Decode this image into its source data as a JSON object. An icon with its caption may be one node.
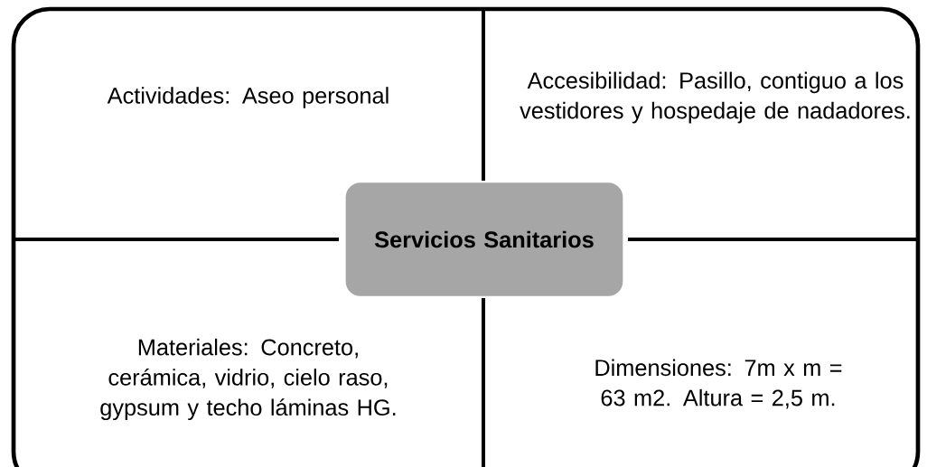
{
  "diagram": {
    "nodes": [
      {
        "text": [
          "Actividades: Aseo personal"
        ]
      },
      {
        "text": [
          "Accesibilidad: Pasillo, contiguo a los vestidores y hospedaje de nadadores."
        ]
      },
      {
        "text": [
          "Servicios Sanitarios"
        ]
      },
      {
        "text": [
          "Materiales: Concreto, cerámica, vidrio, cielo raso, gypsum y techo láminas HG."
        ]
      },
      {
        "text": [
          "Dimensiones: 7m x m = 63 m2. Altura = 2,5 m."
        ]
      }
    ]
  }
}
